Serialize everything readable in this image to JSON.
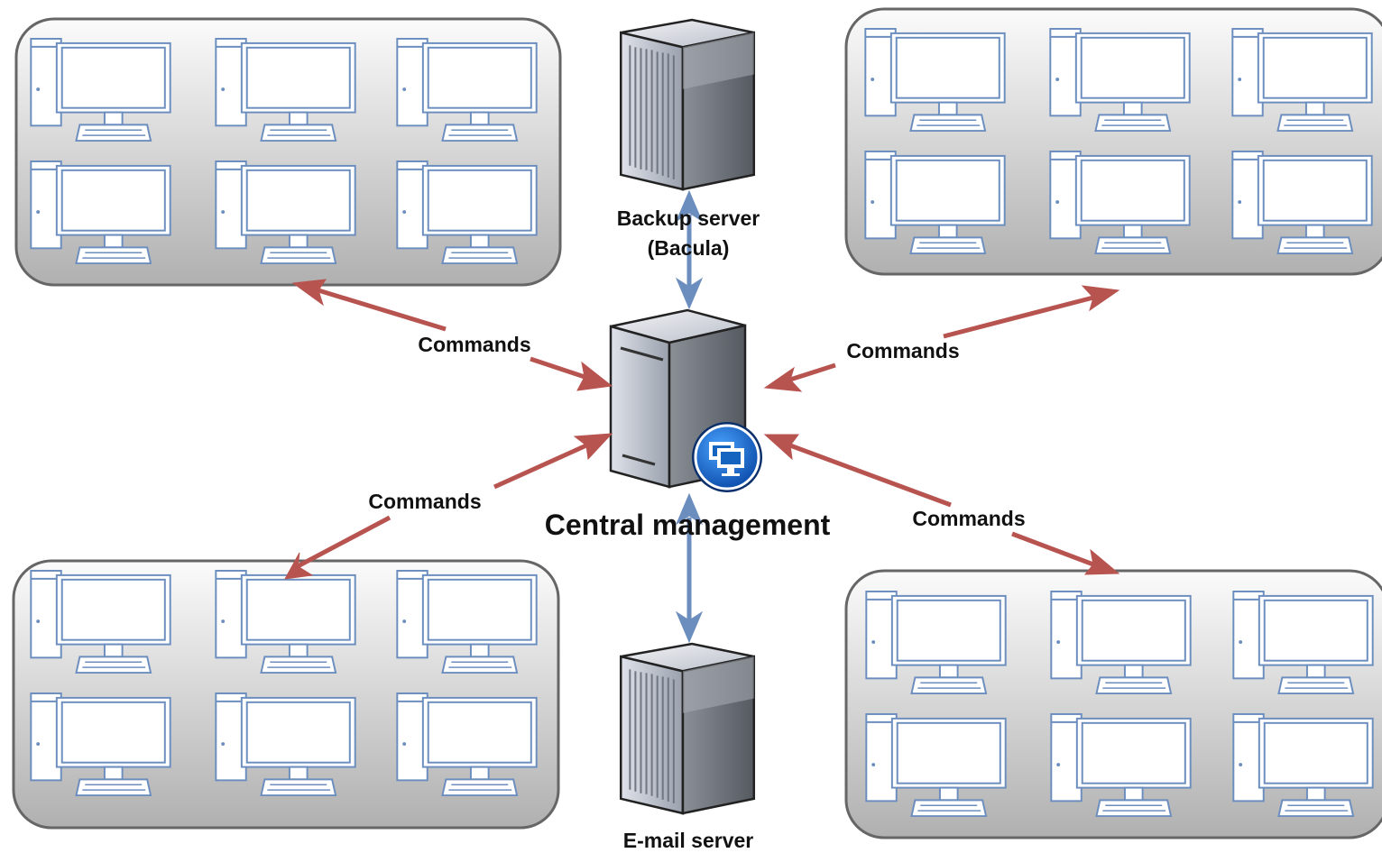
{
  "backup_server": {
    "line1": "Backup server",
    "line2": "(Bacula)"
  },
  "central": {
    "label": "Central management"
  },
  "email_server": {
    "label": "E-mail server"
  },
  "links": {
    "top_left": "Commands",
    "top_right": "Commands",
    "bottom_left": "Commands",
    "bottom_right": "Commands"
  },
  "clusters": [
    "top-left",
    "top-right",
    "bottom-left",
    "bottom-right"
  ],
  "computers_per_cluster": 6,
  "icons": {
    "workstation": "desktop-computer-icon",
    "server": "tower-server-icon",
    "remote_management": "remote-desktop-badge-icon"
  },
  "colors": {
    "command_arrow": "#b85450",
    "data_arrow": "#6c8ebf",
    "computer_outline": "#6c8ebf",
    "cluster_fill_light": "#f5f5f5",
    "cluster_fill_dark": "#b3b3b3",
    "cluster_border": "#666666",
    "badge_blue": "#1565c0"
  }
}
